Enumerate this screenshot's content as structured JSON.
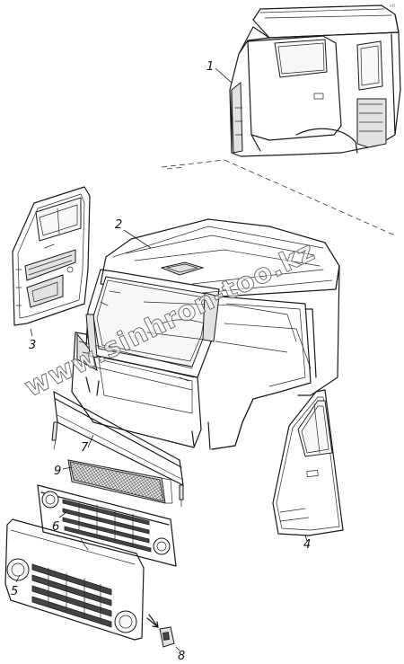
{
  "callouts": [
    {
      "id": "c1",
      "label": "1"
    },
    {
      "id": "c2",
      "label": "2"
    },
    {
      "id": "c3",
      "label": "3"
    },
    {
      "id": "c4",
      "label": "4"
    },
    {
      "id": "c5",
      "label": "5"
    },
    {
      "id": "c6",
      "label": "6"
    },
    {
      "id": "c7",
      "label": "7"
    },
    {
      "id": "c8",
      "label": "8"
    },
    {
      "id": "c9",
      "label": "9"
    }
  ],
  "watermark": "www.sinhron-too.kz",
  "corner_mark": "кб"
}
